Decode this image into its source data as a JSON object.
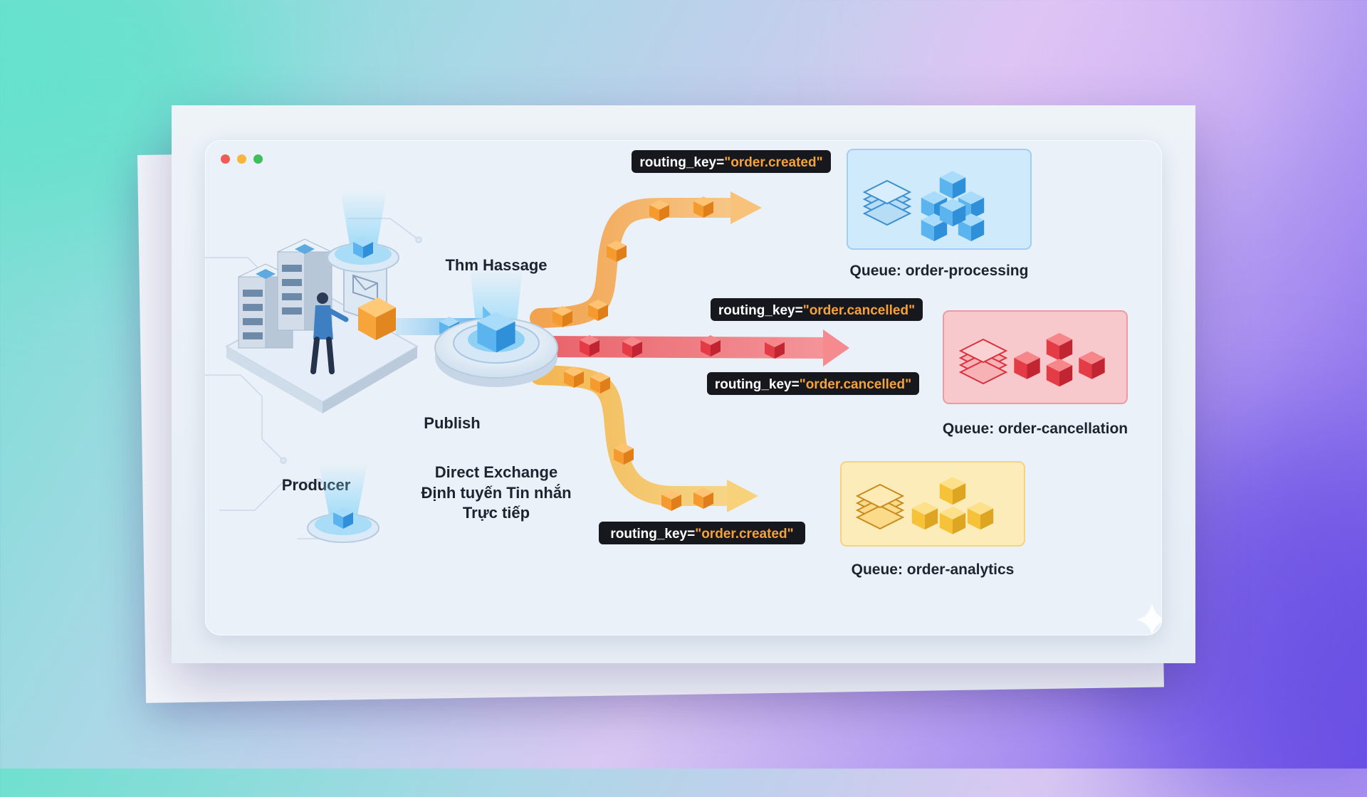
{
  "window": {
    "traffic_lights": [
      "#f05a57",
      "#f4b63c",
      "#3dbf5b"
    ]
  },
  "producer": {
    "label": "Producer",
    "icons": [
      "server-rack-icon",
      "person-icon",
      "package-icon",
      "envelope-icon"
    ]
  },
  "publish": {
    "label": "Publish"
  },
  "exchange": {
    "top_label": "Thm Hassage",
    "name": "Direct Exchange",
    "subtitle_line1": "Định tuyến Tin nhắn",
    "subtitle_line2": "Trực tiếp"
  },
  "routes": [
    {
      "key_prefix": "routing_key=",
      "key_value": "\"order.created\"",
      "color": "#f6a23a"
    },
    {
      "key_prefix": "routing_key=",
      "key_value": "\"order.cancelled\"",
      "color": "#e8535a"
    },
    {
      "key_prefix": "routing_key=",
      "key_value": "\"order.cancelled\"",
      "color": "#e8535a"
    },
    {
      "key_prefix": "routing_key=",
      "key_value": "\"order.created\"",
      "color": "#f3b548"
    }
  ],
  "queues": [
    {
      "label": "Queue: order-processing",
      "color": "#cfeafb"
    },
    {
      "label": "Queue: order-cancellation",
      "color": "#f8c9cc"
    },
    {
      "label": "Queue: order-analytics",
      "color": "#fcecba"
    }
  ],
  "colors": {
    "key_value_text": "#f6a23a",
    "cube_blue": "#3aa0e8",
    "cube_orange": "#f6a23a",
    "cube_red": "#e03a44",
    "cube_yellow": "#f6c23a"
  }
}
